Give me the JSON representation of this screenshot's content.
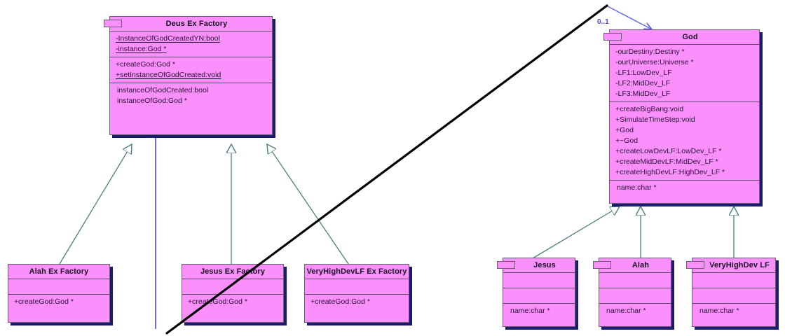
{
  "diagram": {
    "type": "uml-class-diagram",
    "background": "#ffffff",
    "class_fill": "#fb8ffb",
    "class_border": "#6b5d73",
    "class_shadow": "#1b1b6e",
    "generalization_color": "#4f7d80",
    "association_color": "#5a5ae6",
    "annotation_color": "#000000"
  },
  "classes": {
    "deus_ex_factory": {
      "name": "Deus Ex Factory",
      "attributes": [
        "-InstanceOfGodCreatedYN:bool",
        "-instance:God *"
      ],
      "operations": [
        "+createGod:God *",
        "+setInstanceOfGodCreated:void"
      ],
      "extra": [
        "instanceOfGodCreated:bool",
        "instanceOfGod:God *"
      ]
    },
    "god": {
      "name": "God",
      "attributes": [
        "-ourDestiny:Destiny *",
        "-ourUniverse:Universe *",
        "-LF1:LowDev_LF",
        "-LF2:MidDev_LF",
        "-LF3:MidDev_LF"
      ],
      "operations": [
        "+createBigBang:void",
        "+SimulateTimeStep:void",
        "+God",
        "+~God",
        "+createLowDevLF:LowDev_LF *",
        "+createMidDevLF:MidDev_LF *",
        "+createHighDevLF:HighDev_LF *"
      ],
      "extra": [
        "name:char *"
      ]
    },
    "alah_ex_factory": {
      "name": "Alah Ex Factory",
      "attributes": [],
      "operations": [
        "+createGod:God *"
      ]
    },
    "jesus_ex_factory": {
      "name": "Jesus Ex Factory",
      "attributes": [],
      "operations": [
        "+createGod:God *"
      ]
    },
    "veryhighdevlf_ex_factory": {
      "name": "VeryHighDevLF Ex Factory",
      "attributes": [],
      "operations": [
        "+createGod:God *"
      ]
    },
    "jesus": {
      "name": "Jesus",
      "attributes": [],
      "operations": [],
      "extra": [
        "name:char *"
      ]
    },
    "alah": {
      "name": "Alah",
      "attributes": [],
      "operations": [],
      "extra": [
        "name:char *"
      ]
    },
    "veryhighdev_lf": {
      "name": "VeryHighDev LF",
      "attributes": [],
      "operations": [],
      "extra": [
        "name:char *"
      ]
    }
  },
  "relationships": {
    "association_multiplicity": "0..1",
    "generalizations": [
      {
        "from": "alah_ex_factory",
        "to": "deus_ex_factory"
      },
      {
        "from": "jesus_ex_factory",
        "to": "deus_ex_factory"
      },
      {
        "from": "veryhighdevlf_ex_factory",
        "to": "deus_ex_factory"
      },
      {
        "from": "jesus",
        "to": "god"
      },
      {
        "from": "alah",
        "to": "god"
      },
      {
        "from": "veryhighdev_lf",
        "to": "god"
      }
    ]
  }
}
